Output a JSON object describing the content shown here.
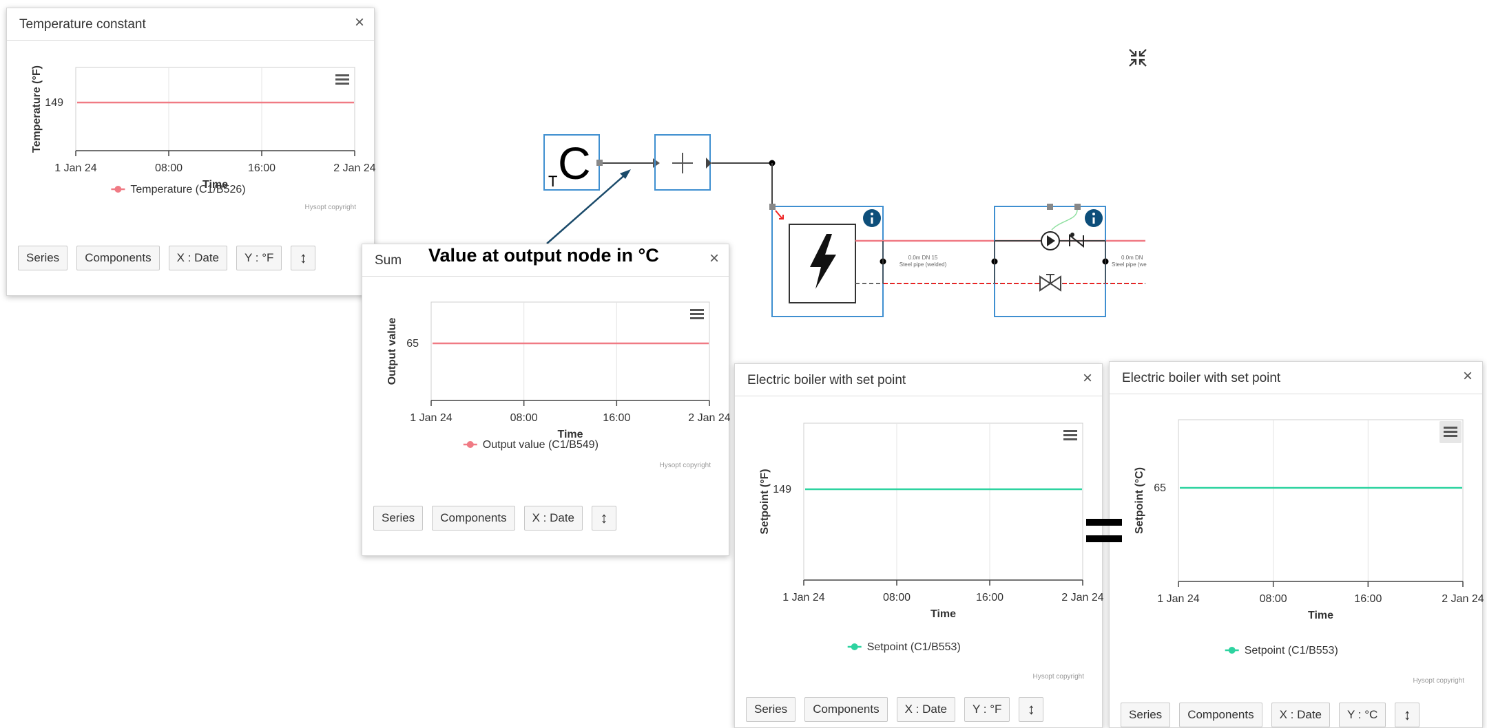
{
  "callout": {
    "text": "Value at output node in °C"
  },
  "colors": {
    "red_series": "#f07a84",
    "green_series": "#2dd3a0",
    "node_blue": "#3f8fd0",
    "info_blue": "#0d4e7a"
  },
  "icons": {
    "close": "close-icon",
    "collapse": "collapse-icon",
    "menu": "hamburger-menu-icon",
    "vertical_resize": "vertical-resize-icon",
    "info": "info-icon",
    "bolt": "lightning-bolt-icon",
    "pump": "pump-icon",
    "check_valve": "check-valve-icon",
    "valve": "valve-icon",
    "plus": "plus-icon"
  },
  "diagram": {
    "constant_block_symbol": "C",
    "constant_block_subscript": "T",
    "pipe_label_1_line1": "0.0m DN 15",
    "pipe_label_1_line2": "Steel pipe (welded)",
    "pipe_label_2_line1": "0.0m DN",
    "pipe_label_2_line2": "Steel pipe (we"
  },
  "panels": [
    {
      "id": "temperature-constant",
      "title": "Temperature constant",
      "close_label": "×",
      "credit": "Hysopt copyright",
      "buttons": [
        "Series",
        "Components",
        "X : Date",
        "Y : °F"
      ],
      "chart_data": {
        "type": "line",
        "ylabel": "Temperature (°F)",
        "xlabel": "Time",
        "x": [
          "1 Jan 24",
          "08:00",
          "16:00",
          "2 Jan 24"
        ],
        "ytick": "149",
        "series": [
          {
            "name": "Temperature (C1/B526)",
            "values": [
              149,
              149,
              149,
              149
            ],
            "color": "#f07a84"
          }
        ],
        "legend": "bottom-center",
        "grid": true
      }
    },
    {
      "id": "sum",
      "title": "Sum",
      "close_label": "×",
      "credit": "Hysopt copyright",
      "buttons": [
        "Series",
        "Components",
        "X : Date"
      ],
      "chart_data": {
        "type": "line",
        "ylabel": "Output value",
        "xlabel": "Time",
        "x": [
          "1 Jan 24",
          "08:00",
          "16:00",
          "2 Jan 24"
        ],
        "ytick": "65",
        "series": [
          {
            "name": "Output value (C1/B549)",
            "values": [
              65,
              65,
              65,
              65
            ],
            "color": "#f07a84"
          }
        ],
        "legend": "bottom-center",
        "grid": true
      }
    },
    {
      "id": "boiler-f",
      "title": "Electric boiler with set point",
      "close_label": "×",
      "credit": "Hysopt copyright",
      "buttons": [
        "Series",
        "Components",
        "X : Date",
        "Y : °F"
      ],
      "chart_data": {
        "type": "line",
        "ylabel": "Setpoint (°F)",
        "xlabel": "Time",
        "x": [
          "1 Jan 24",
          "08:00",
          "16:00",
          "2 Jan 24"
        ],
        "ytick": "149",
        "series": [
          {
            "name": "Setpoint (C1/B553)",
            "values": [
              149,
              149,
              149,
              149
            ],
            "color": "#2dd3a0"
          }
        ],
        "legend": "bottom-center",
        "grid": true
      }
    },
    {
      "id": "boiler-c",
      "title": "Electric boiler with set point",
      "close_label": "×",
      "credit": "Hysopt copyright",
      "buttons": [
        "Series",
        "Components",
        "X : Date",
        "Y : °C"
      ],
      "chart_data": {
        "type": "line",
        "ylabel": "Setpoint (°C)",
        "xlabel": "Time",
        "x": [
          "1 Jan 24",
          "08:00",
          "16:00",
          "2 Jan 24"
        ],
        "ytick": "65",
        "series": [
          {
            "name": "Setpoint (C1/B553)",
            "values": [
              65,
              65,
              65,
              65
            ],
            "color": "#2dd3a0"
          }
        ],
        "legend": "bottom-center",
        "grid": true
      }
    }
  ]
}
